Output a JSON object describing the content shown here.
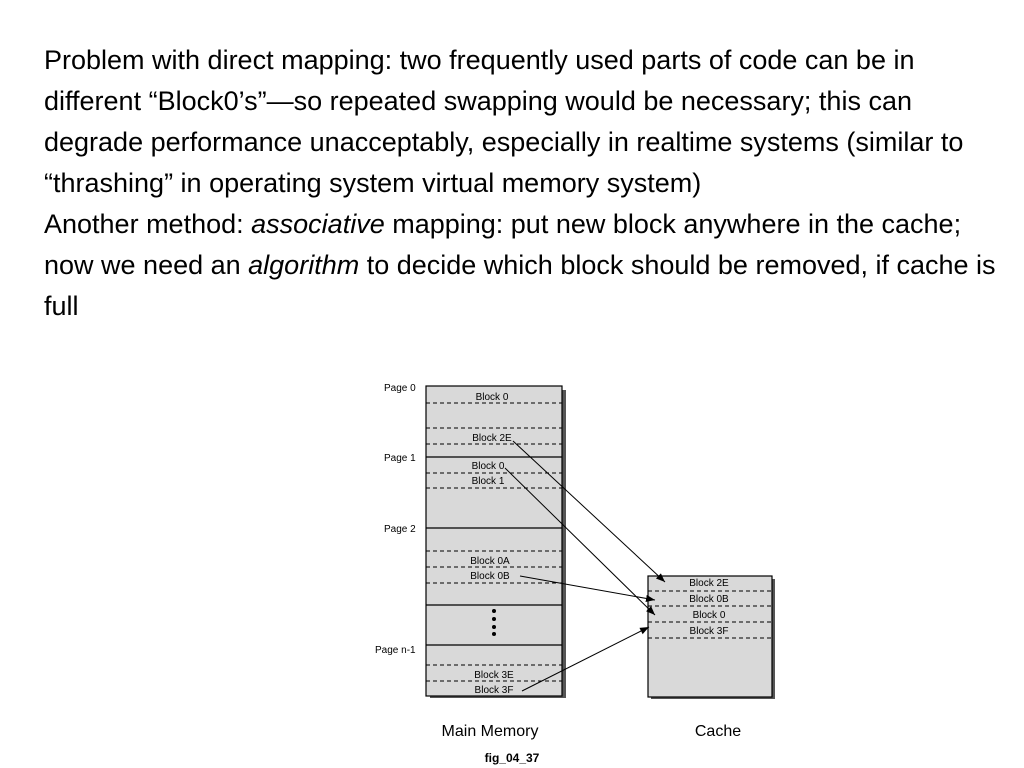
{
  "text": {
    "para1": "Problem with direct mapping:  two frequently used parts of code can be in different “Block0’s”—so repeated swapping would be necessary; this can degrade performance unacceptably, especially in realtime systems (similar to “thrashing” in operating system virtual memory system)",
    "para2_before": "Another method: ",
    "para2_em1": "associative",
    "para2_mid": " mapping: put new block anywhere in the cache; now we need an ",
    "para2_em2": "algorithm",
    "para2_after": " to decide which block should be removed, if cache is full"
  },
  "diagram": {
    "pages": [
      "Page 0",
      "Page 1",
      "Page 2",
      "Page n-1"
    ],
    "main_blocks": [
      "Block 0",
      "Block 2E",
      "Block 0",
      "Block 1",
      "Block 0A",
      "Block 0B",
      "Block 3E",
      "Block 3F"
    ],
    "cache_blocks": [
      "Block 2E",
      "Block 0B",
      "Block 0",
      "Block 3F"
    ],
    "main_label": "Main Memory",
    "cache_label": "Cache",
    "figure_id": "fig_04_37"
  }
}
